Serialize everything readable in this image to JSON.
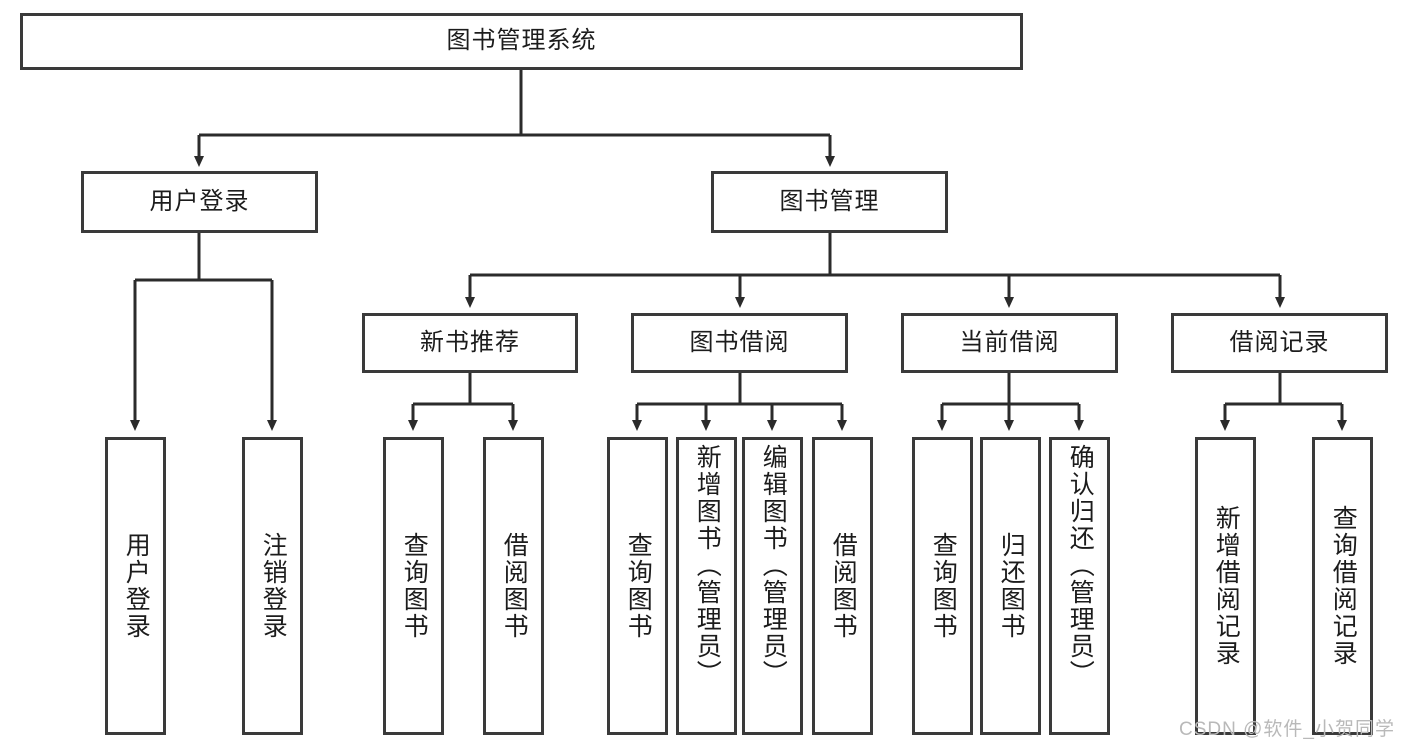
{
  "diagram": {
    "title": "图书管理系统",
    "type": "tree-hierarchy-diagram",
    "root": {
      "id": "root",
      "label": "图书管理系统"
    },
    "level1": [
      {
        "id": "user-login",
        "label": "用户登录"
      },
      {
        "id": "book-management",
        "label": "图书管理"
      }
    ],
    "level2": [
      {
        "id": "new-book-recommend",
        "label": "新书推荐",
        "parent": "book-management"
      },
      {
        "id": "book-borrow",
        "label": "图书借阅",
        "parent": "book-management"
      },
      {
        "id": "current-borrow",
        "label": "当前借阅",
        "parent": "book-management"
      },
      {
        "id": "borrow-record",
        "label": "借阅记录",
        "parent": "book-management"
      }
    ],
    "leaves": {
      "user_login": [
        {
          "id": "leaf-user-login",
          "label": "用户登录"
        },
        {
          "id": "leaf-logout-login",
          "label": "注销登录"
        }
      ],
      "new_book_recommend": [
        {
          "id": "leaf-query-book-1",
          "label": "查询图书"
        },
        {
          "id": "leaf-borrow-book-1",
          "label": "借阅图书"
        }
      ],
      "book_borrow": [
        {
          "id": "leaf-query-book-2",
          "label": "查询图书"
        },
        {
          "id": "leaf-add-book",
          "label": "新增图书（管理员）"
        },
        {
          "id": "leaf-edit-book",
          "label": "编辑图书（管理员）"
        },
        {
          "id": "leaf-borrow-book-2",
          "label": "借阅图书"
        }
      ],
      "current_borrow": [
        {
          "id": "leaf-query-book-3",
          "label": "查询图书"
        },
        {
          "id": "leaf-return-book",
          "label": "归还图书"
        },
        {
          "id": "leaf-confirm-return",
          "label": "确认归还（管理员）"
        }
      ],
      "borrow_record": [
        {
          "id": "leaf-add-record",
          "label": "新增借阅记录"
        },
        {
          "id": "leaf-query-record",
          "label": "查询借阅记录"
        }
      ]
    },
    "colors": {
      "border": "#3a3a3a",
      "connector": "#2b2b2b",
      "background": "#ffffff",
      "text": "#1c1c1c",
      "watermark": "#b9b9b9"
    }
  },
  "watermark": {
    "text": "CSDN @软件_小贺同学"
  }
}
